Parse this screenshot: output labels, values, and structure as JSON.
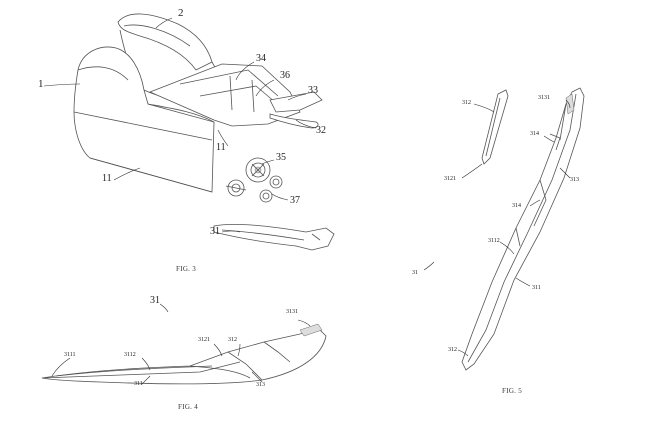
{
  "figures": {
    "fig3": {
      "caption": "FIG. 3",
      "labels": {
        "l1": "1",
        "l2": "2",
        "l34": "34",
        "l36": "36",
        "l33": "33",
        "l32": "32",
        "l11a": "11",
        "l11b": "11",
        "l35": "35",
        "l37": "37",
        "l31": "31"
      }
    },
    "fig4": {
      "caption": "FIG. 4",
      "labels": {
        "l31": "31",
        "l3131": "3131",
        "l3121": "3121",
        "l312": "312",
        "l3111": "3111",
        "l3112": "3112",
        "l311": "311",
        "l313": "313"
      }
    },
    "fig5": {
      "caption": "FIG. 5",
      "labels": {
        "l312": "312",
        "l3131": "3131",
        "l314a": "314",
        "l313": "313",
        "l3121": "3121",
        "l314b": "314",
        "l3112": "3112",
        "l31": "31",
        "l311": "311",
        "l312b": "312"
      }
    }
  }
}
